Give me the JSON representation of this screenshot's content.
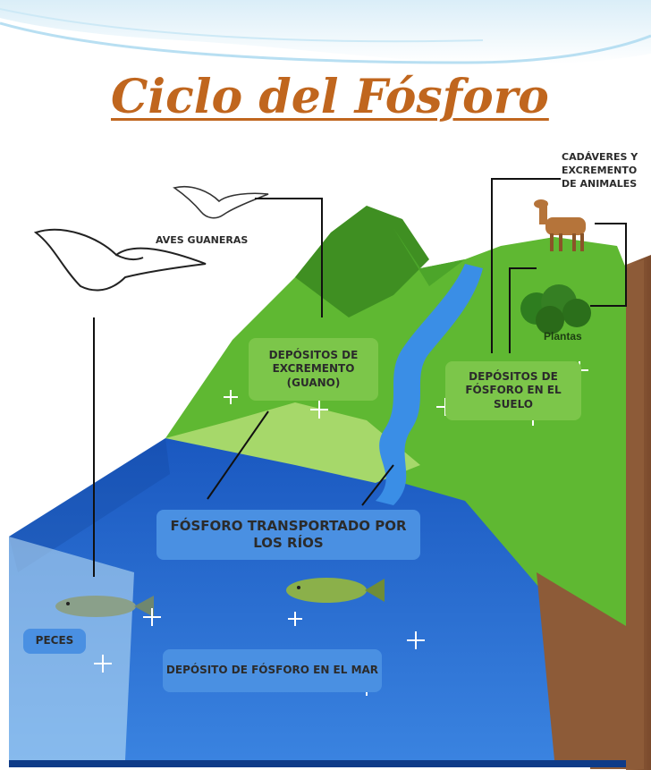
{
  "title": "Ciclo del Fósforo",
  "labels": {
    "aves": "AVES GUANERAS",
    "cadaveres": "CADÁVERES Y EXCREMENTO DE ANIMALES",
    "plantas": "Plantas",
    "guano": "DEPÓSITOS DE EXCREMENTO (GUANO)",
    "suelo": "DEPÓSITOS DE FÓSFORO EN EL SUELO",
    "rios": "FÓSFORO TRANSPORTADO POR LOS RÍOS",
    "peces": "PECES",
    "mar": "DEPÓSITO DE FÓSFORO EN EL MAR"
  },
  "colors": {
    "title": "#c0661e",
    "grass": "#5fb832",
    "grass_dark": "#3f8f22",
    "sea": "#1e63c9",
    "earth": "#8a5a3a",
    "label_green": "#7cc64a",
    "label_blue": "#4a90e2"
  }
}
